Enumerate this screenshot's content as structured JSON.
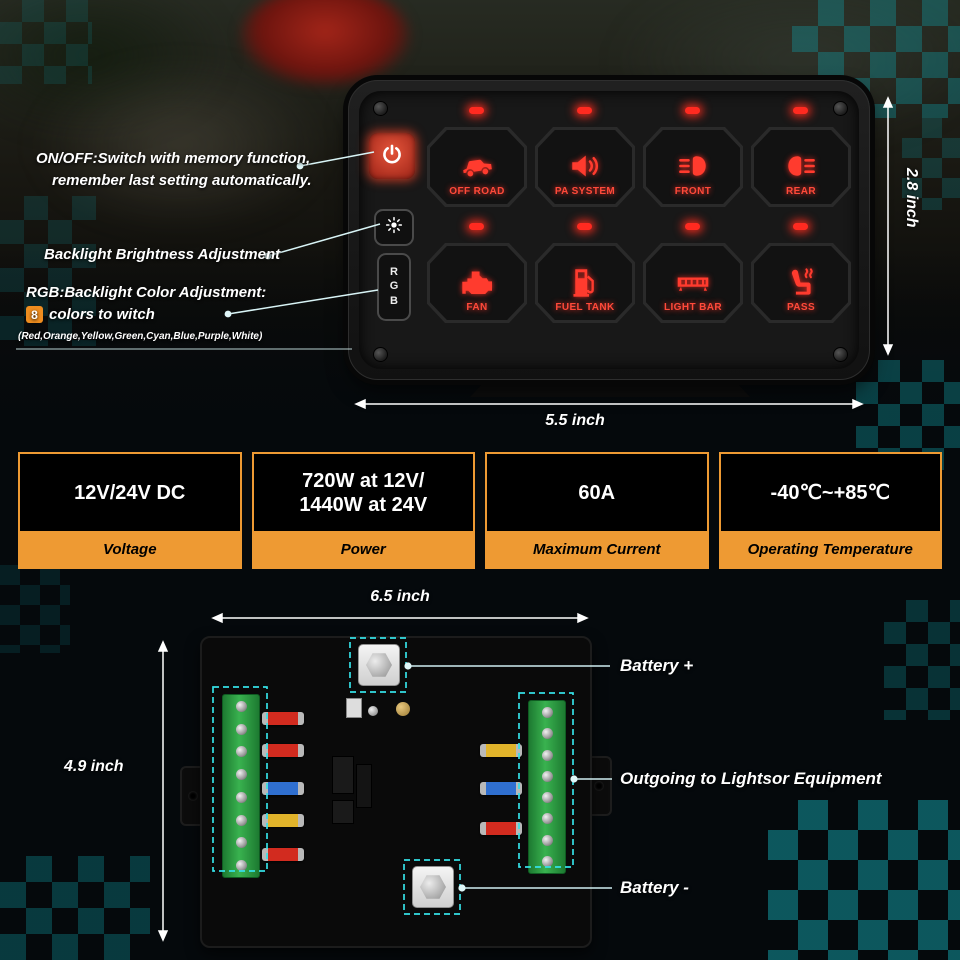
{
  "colors": {
    "accent_cyan": "#35e0e6",
    "accent_orange": "#ee9a33",
    "switch_red": "#ff3b2e"
  },
  "top": {
    "annotations": {
      "onoff1": "ON/OFF:Switch with memory function,",
      "onoff2": "remember last setting automatically.",
      "brightness": "Backlight Brightness Adjustment",
      "rgb1": "RGB:Backlight Color Adjustment:",
      "rgb_badge": "8",
      "rgb2": "colors to witch",
      "rgb3": "(Red,Orange,Yellow,Green,Cyan,Blue,Purple,White)"
    },
    "dims": {
      "height": "2.8 inch",
      "width": "5.5 inch"
    }
  },
  "panel": {
    "side": {
      "rgb_letters": [
        "R",
        "G",
        "B"
      ]
    },
    "buttons": [
      {
        "label": "OFF ROAD"
      },
      {
        "label": "PA SYSTEM"
      },
      {
        "label": "FRONT"
      },
      {
        "label": "REAR"
      },
      {
        "label": "FAN"
      },
      {
        "label": "FUEL TANK"
      },
      {
        "label": "LIGHT BAR"
      },
      {
        "label": "PASS"
      }
    ]
  },
  "specs": [
    {
      "value": "12V/24V DC",
      "label": "Voltage"
    },
    {
      "value": "720W at 12V/\n1440W at 24V",
      "label": "Power"
    },
    {
      "value": "60A",
      "label": "Maximum Current"
    },
    {
      "value": "-40℃~+85℃",
      "label": "Operating Temperature"
    }
  ],
  "wiring": {
    "dims": {
      "width": "6.5 inch",
      "height": "4.9 inch"
    },
    "labels": {
      "battery_plus": "Battery +",
      "outgoing": "Outgoing to Lightsor Equipment",
      "battery_minus": "Battery -"
    }
  }
}
